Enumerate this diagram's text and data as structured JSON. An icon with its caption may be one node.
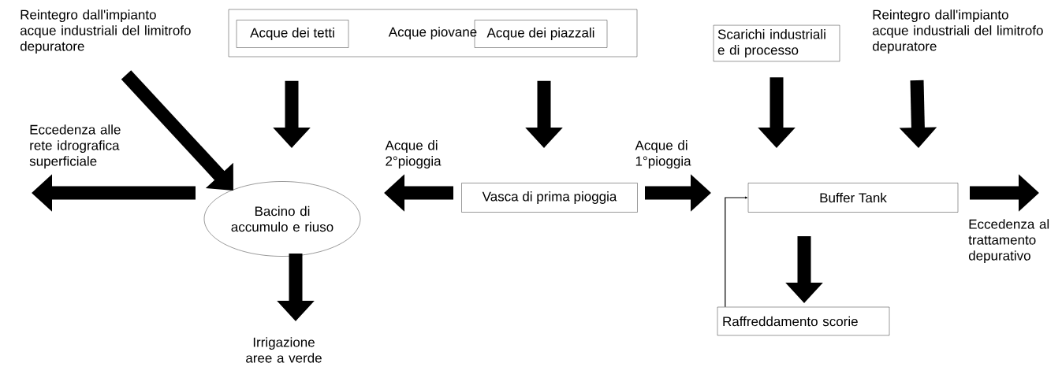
{
  "diagram": {
    "nodes": [
      {
        "text": [
          "Acque piovane"
        ]
      },
      {
        "text": [
          "Acque dei tetti"
        ],
        "in": 0
      },
      {
        "text": [
          "Acque dei piazzali"
        ],
        "in": 0
      },
      {
        "text": [
          "Reintegro dall'impianto acque industriali del limitrofo depuratore"
        ]
      },
      {
        "text": [
          "Scarichi industriali e di processo"
        ]
      },
      {
        "text": [
          "Reintegro dall'impianto acque industriali del limitrofo depuratore"
        ]
      },
      {
        "text": [
          "Eccedenza alle rete idrografica superficiale"
        ]
      },
      {
        "text": [
          "Bacino di accumulo e riuso"
        ]
      },
      {
        "text": [
          "Vasca di prima pioggia"
        ]
      },
      {
        "text": [
          "Buffer Tank"
        ]
      },
      {
        "text": [
          "Eccedenza al trattamento depurativo"
        ]
      },
      {
        "text": [
          "Irrigazione aree a verde"
        ]
      },
      {
        "text": [
          "Raffreddamento scorie"
        ]
      }
    ],
    "edges": [
      {
        "from": 3,
        "to": 7,
        "arrow": "to"
      },
      {
        "from": 1,
        "to": 7,
        "arrow": "to"
      },
      {
        "from": 2,
        "to": 8,
        "arrow": "to"
      },
      {
        "from": 4,
        "to": 9,
        "arrow": "to"
      },
      {
        "from": 5,
        "to": 9,
        "arrow": "to"
      },
      {
        "from": 8,
        "to": 7,
        "arrow": "to",
        "label": "Acque di 2°pioggia"
      },
      {
        "from": 8,
        "to": 9,
        "arrow": "to",
        "label": "Acque di 1°pioggia"
      },
      {
        "from": 7,
        "to": 6,
        "arrow": "to"
      },
      {
        "from": 7,
        "to": 11,
        "arrow": "to"
      },
      {
        "from": 9,
        "to": 12,
        "arrow": "to"
      },
      {
        "from": 12,
        "to": 9,
        "arrow": "to"
      },
      {
        "from": 9,
        "to": 10,
        "arrow": "to"
      }
    ]
  }
}
